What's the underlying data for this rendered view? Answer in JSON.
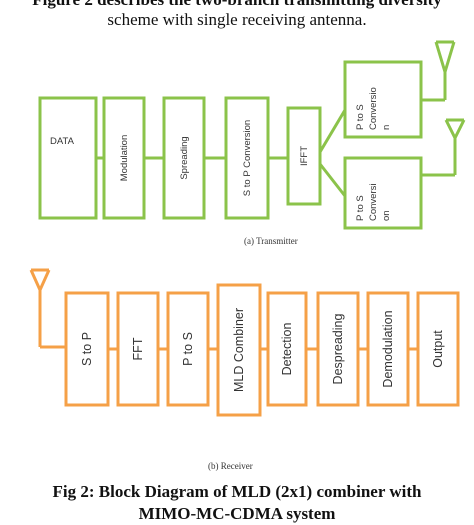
{
  "text": {
    "intro_line1": "Figure 2 describes the two-branch transmitting diversity",
    "intro_line2": "scheme with single receiving antenna.",
    "transmitter_caption": "(a)  Transmitter",
    "receiver_caption": "(b)  Receiver",
    "figure_caption_line1": "Fig 2:  Block Diagram of MLD (2x1) combiner with",
    "figure_caption_line2": "MIMO-MC-CDMA system"
  },
  "transmitter": {
    "data_block": "DATA",
    "modulation": "Modulation",
    "spreading": "Spreading",
    "s_to_p": "S to P Conversion",
    "ifft": "IFFT",
    "p_to_s_top": [
      "P to S",
      "Conversio",
      "n"
    ],
    "p_to_s_bottom": [
      "P to S",
      "Conversi",
      "on"
    ]
  },
  "receiver": {
    "s_to_p": "S to P",
    "fft": "FFT",
    "p_to_s": "P to S",
    "mld": "MLD Combiner",
    "detection": "Detection",
    "despreading": "Despreading",
    "demodulation": "Demodulation",
    "output": "Output"
  },
  "colors": {
    "transmitter": "#8bc34a",
    "receiver": "#f5a047"
  }
}
